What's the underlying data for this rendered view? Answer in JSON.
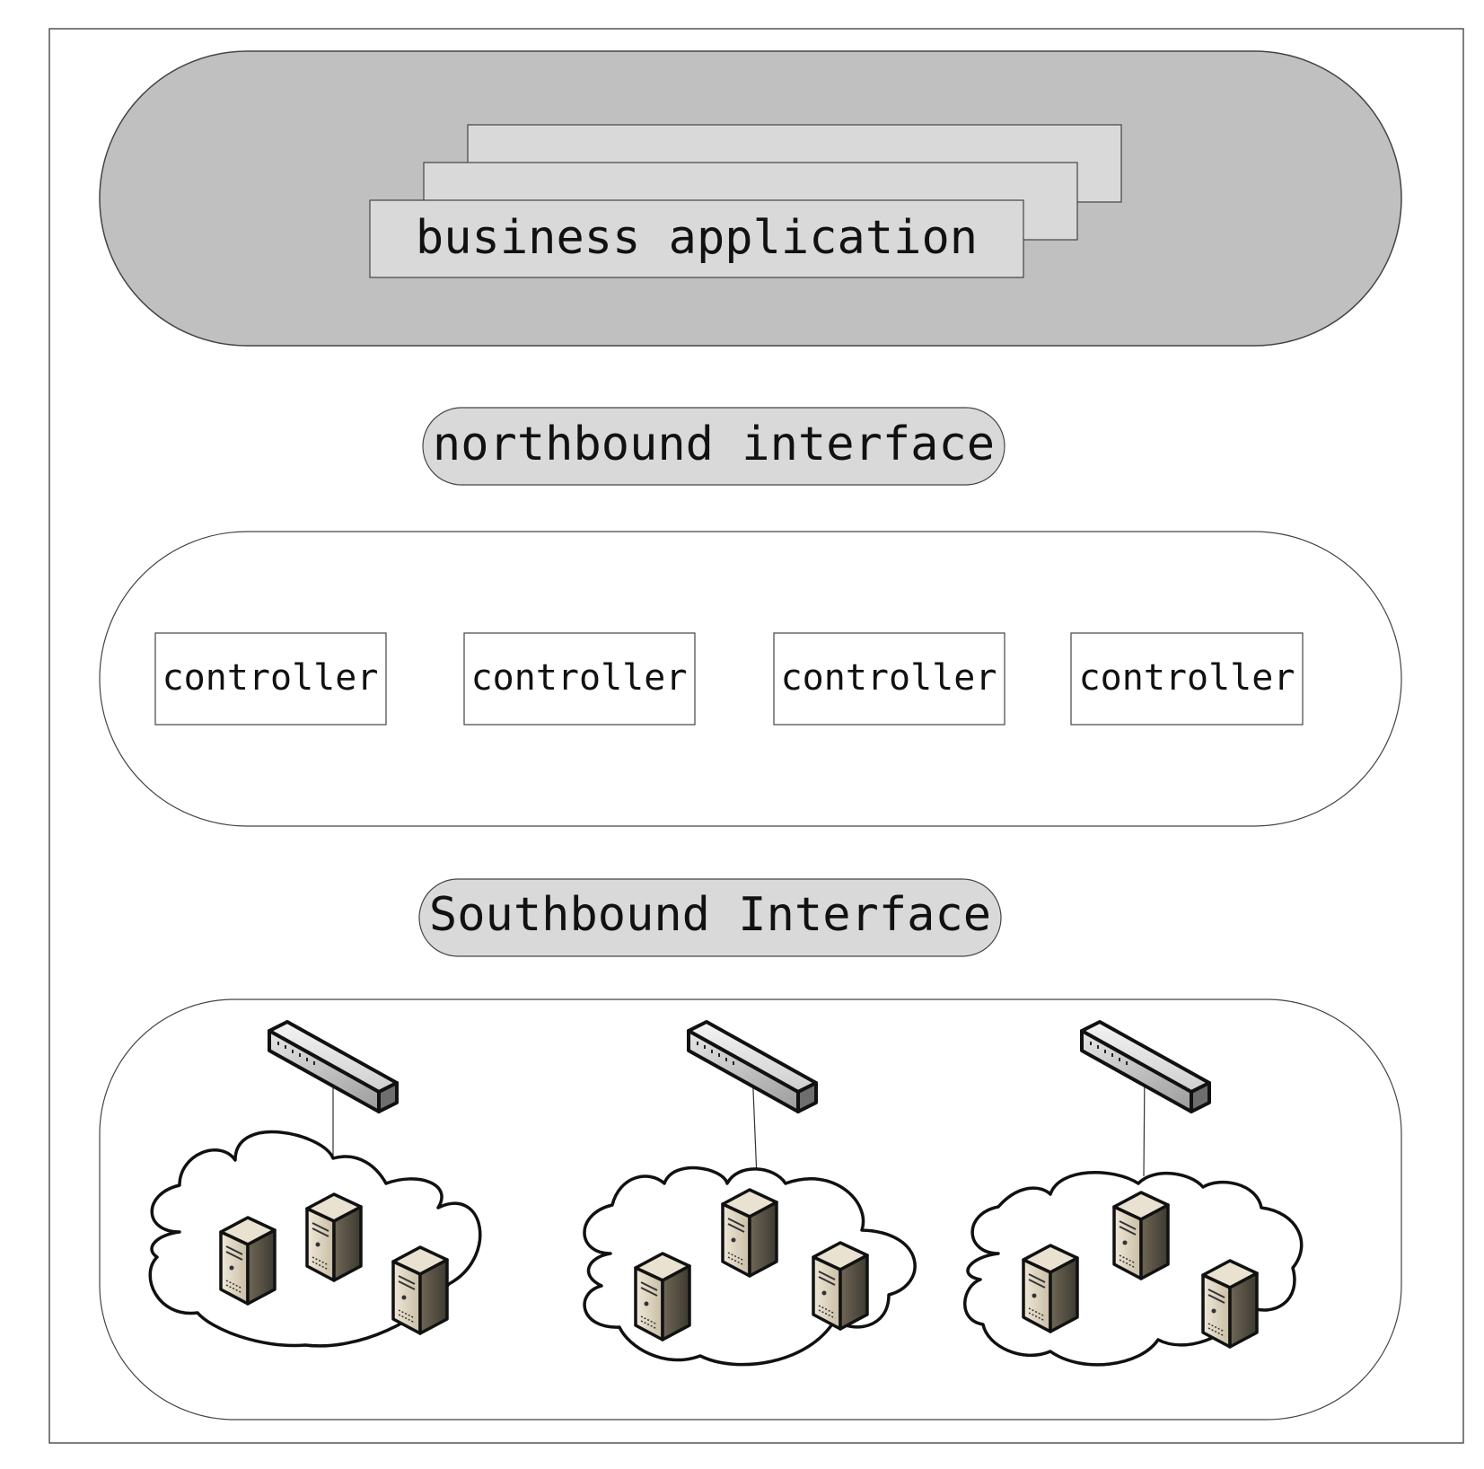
{
  "diagram": {
    "business_layer": {
      "label": "business application",
      "fill": "#c0c0c0",
      "card_fill": "#d9d9d9"
    },
    "northbound": {
      "label": "northbound interface",
      "fill": "#d9d9d9"
    },
    "controller_layer": {
      "controllers": [
        {
          "label": "controller"
        },
        {
          "label": "controller"
        },
        {
          "label": "controller"
        },
        {
          "label": "controller"
        }
      ]
    },
    "southbound": {
      "label": "Southbound Interface",
      "fill": "#d9d9d9"
    },
    "device_layer": {
      "networks": [
        {
          "switch": "switch-icon",
          "cloud": "cloud-icon",
          "servers": 3
        },
        {
          "switch": "switch-icon",
          "cloud": "cloud-icon",
          "servers": 3
        },
        {
          "switch": "switch-icon",
          "cloud": "cloud-icon",
          "servers": 3
        }
      ]
    }
  }
}
